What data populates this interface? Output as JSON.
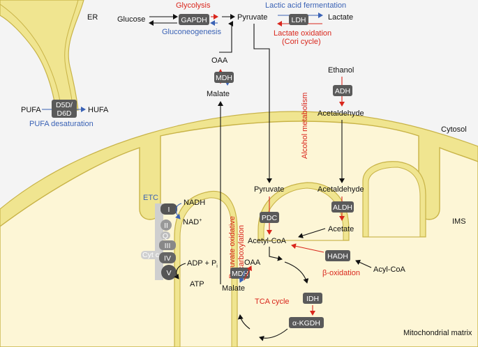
{
  "regions": {
    "er": "ER",
    "cytosol": "Cytosol",
    "ims": "IMS",
    "matrix": "Mitochondrial matrix"
  },
  "metabolites": {
    "glucose": "Glucose",
    "pyruvate_cyto": "Pyruvate",
    "lactate": "Lactate",
    "oaa_cyto": "OAA",
    "malate_cyto": "Malate",
    "ethanol": "Ethanol",
    "acetaldehyde_cyto": "Acetaldehyde",
    "pufa": "PUFA",
    "hufa": "HUFA",
    "pyruvate_mito": "Pyruvate",
    "acetaldehyde_mito": "Acetaldehyde",
    "acetate": "Acetate",
    "acetyl_coa": "Acetyl-CoA",
    "acyl_coa": "Acyl-CoA",
    "oaa_mito": "OAA",
    "malate_mito": "Malate",
    "nadh": "NADH",
    "nad": "NAD",
    "nad_sup": "+",
    "adp": "ADP + P",
    "adp_sub": "i",
    "atp": "ATP"
  },
  "enzymes": {
    "gapdh": "GAPDH",
    "ldh": "LDH",
    "mdh_cyto": "MDH",
    "adh": "ADH",
    "d5d_line1": "D5D/",
    "d5d_line2": "D6D",
    "pdc": "PDC",
    "aldh": "ALDH",
    "hadh": "HADH",
    "mdh_mito": "MDH",
    "idh": "IDH",
    "akgdh": "α-KGDH"
  },
  "etc": {
    "label": "ETC",
    "complexes": [
      "I",
      "II",
      "Q",
      "III",
      "Cyt c",
      "IV",
      "V"
    ]
  },
  "pathways": {
    "glycolysis": "Glycolysis",
    "gluconeogenesis": "Gluconeogenesis",
    "lactic_fermentation": "Lactic acid fermentation",
    "lactate_oxidation": "Lactate oxidation",
    "cori_cycle": "(Cori cycle)",
    "pufa_desaturation": "PUFA desaturation",
    "alcohol_metabolism": "Alcohol metabolism",
    "pyruvate_oxidative_line1": "Pyruvate oxidative",
    "pyruvate_oxidative_line2": "decarboxylation",
    "beta_oxidation": "β-oxidation",
    "tca_cycle": "TCA cycle"
  },
  "colors": {
    "red": "#d9261c",
    "blue": "#3a62b5",
    "enzyme_box": "#5a5a5a",
    "membrane_fill": "#f0e590",
    "membrane_edge": "#c8b347",
    "cytosol_bg": "#f4f4f4",
    "matrix_bg": "#fdf6d6"
  }
}
